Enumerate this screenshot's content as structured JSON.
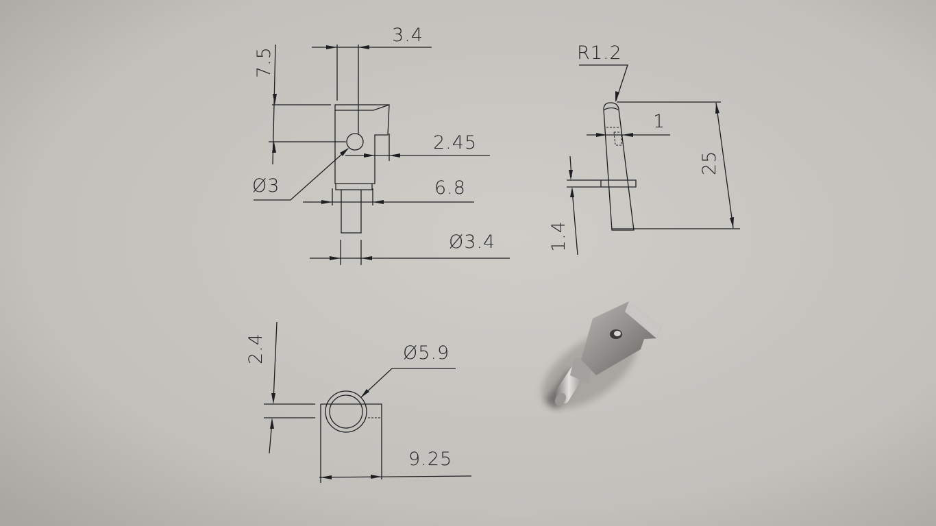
{
  "drawing": {
    "front_view": {
      "width_label": "3.4",
      "height_label": "7.5",
      "offset_label": "2.45",
      "hole_label": "Ø3",
      "body_label": "6.8",
      "pin_label": "Ø3.4"
    },
    "side_view": {
      "radius_label": "R1.2",
      "hole_label": "1",
      "length_label": "25",
      "flange_label": "1.4"
    },
    "bottom_view": {
      "offset_label": "2.4",
      "diameter_label": "Ø5.9",
      "width_label": "9.25"
    }
  },
  "colors": {
    "paper": "#c6c4bf",
    "ink": "#1e1e22",
    "metal": "#8e8c88"
  }
}
